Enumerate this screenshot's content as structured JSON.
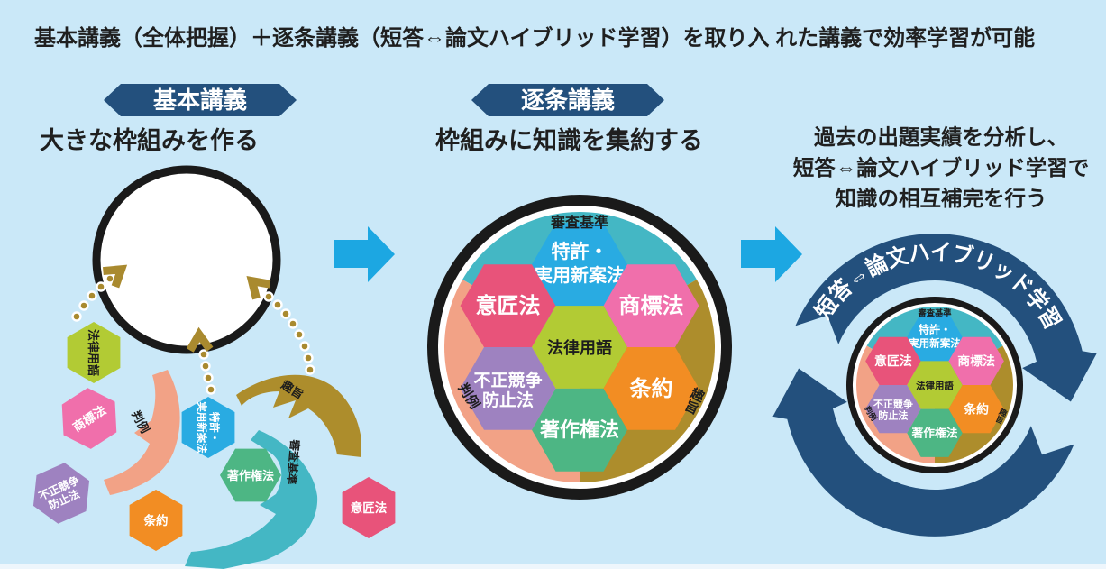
{
  "title": "基本講義（全体把握）＋逐条講義（短答⇔論文ハイブリッド学習）を取り入 れた講義で効率学習が可能",
  "columns": {
    "basic": {
      "banner": "基本講義",
      "subtitle": "大きな枠組みを作る"
    },
    "article": {
      "banner": "逐条講義",
      "subtitle": "枠組みに知識を集約する"
    },
    "hybrid": {
      "line1": "過去の出題実績を分析し、",
      "line2": "短答⇔論文ハイブリッド学習で",
      "line3": "知識の相互補完を行う",
      "cycle_label": "短答⇔論文ハイブリッド学習"
    }
  },
  "subjects": {
    "patent_line1": "特許・",
    "patent_line2": "実用新案法",
    "design": "意匠法",
    "trademark": "商標法",
    "legal_terms": "法律用語",
    "unfair_line1": "不正競争",
    "unfair_line2": "防止法",
    "treaty": "条約",
    "copyright": "著作権法"
  },
  "ring_labels": {
    "examination": "審査基準",
    "precedent": "判例",
    "purport": "趣旨"
  },
  "colors": {
    "background": "#cae8f8",
    "navy": "#23507d",
    "cyan_arrow": "#1ca7e2",
    "outline_black": "#1a1a1a",
    "text_dark": "#1f1f1f",
    "hex_patent": "#29abe2",
    "hex_design": "#e8537a",
    "hex_trademark": "#f06fab",
    "hex_legal": "#b2cb34",
    "hex_unfair": "#9e82c0",
    "hex_treaty": "#f28d23",
    "hex_copyright": "#4db684",
    "ring_exam": "#44b7c4",
    "ring_precedent": "#f2a286",
    "ring_purport": "#ad8d2c",
    "dot_gold": "#a98a2f"
  }
}
